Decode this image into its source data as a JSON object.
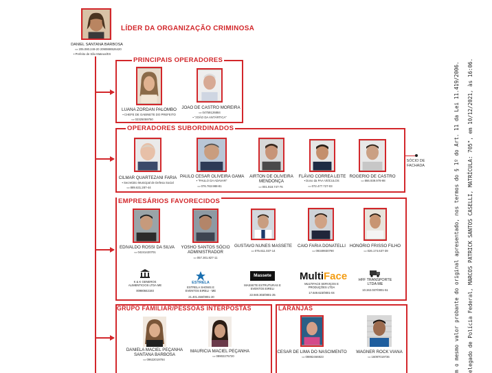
{
  "leader": {
    "title": "LÍDER DA ORGANIZAÇÃO CRIMINOSA",
    "name": "DANIEL SANTANA BARBOSA",
    "doc": "205.080.249-20 2090888526420",
    "role": "Prefeito de São Mateus/ES"
  },
  "principais": {
    "title": "PRINCIPAIS OPERADORES",
    "people": [
      {
        "name": "LUANA ZORDAN PALOMBO",
        "line1": "CHEFE DE GABINETE DO PREFEITO",
        "line2": "02325059750"
      },
      {
        "name": "JOAO DE CASTRO MOREIRA",
        "line1": "04759126884",
        "line2": "\"JOÃO DA ANTÁRTICA\""
      }
    ]
  },
  "subordinados": {
    "title": "OPERADORES SUBORDINADOS",
    "people": [
      {
        "name": "CILMAR QUARTEZANI FARIA",
        "line1": "Secretário Municipal de Defesa Social",
        "line2": "889.631.287-44"
      },
      {
        "name": "PAULO CESAR OLIVEIRA GAMA",
        "line1": "\"PAULO DA ADAVAR\"",
        "line2": "076.763.988-81"
      },
      {
        "name": "AIRTON DE OLIVEIRA MENDONÇA",
        "line1": "",
        "line2": "001.918.747-76"
      },
      {
        "name": "FLÁVIO CORREA LEITE",
        "line1": "Dono da PAA VEÍCULOS",
        "line2": "072.477.727-03"
      },
      {
        "name": "ROGERIO DE CASTRO",
        "line1": "",
        "line2": "866.939.978-98"
      }
    ],
    "note": "SÓCIO DE FACHADA"
  },
  "empresarios": {
    "title": "EMPRESÁRIOS FAVORECIDOS",
    "people": [
      {
        "name": "EDIVALDO ROSSI DA SILVA",
        "line2": "04241420701",
        "company": "K & K GENEROS ALIMENTICIOS LTDA ME",
        "company_doc": "00980842193"
      },
      {
        "name": "YOSHO SANTOS SÓCIO ADMINISTRADOR",
        "line2": "057.301.827-11",
        "company": "ESTRELA SHOWS E EVENTOS EIRELI - ME",
        "company_doc": "21.401.450/0001-20"
      },
      {
        "name": "GUSTAVO NUNES MASSETE",
        "line2": "075.611.037-14",
        "company": "MASSETE ESTRUTURAS E EVENTOS EIRELI",
        "company_doc": "22.940.303/0001-25"
      },
      {
        "name": "CAIO FARIA DONATELLI",
        "line2": "09349930790",
        "company": "MULTIFACE SERVIÇOS E PRODUÇÕES LTDA",
        "company_doc": "17.649.623/0001-04"
      },
      {
        "name": "HONÓRIO FRISSO FILHO",
        "line2": "026.174.637-39",
        "company": "HFF TRANSPORTE LTDA ME",
        "company_doc": "10.342.037/0001-51"
      }
    ],
    "logo_estrela": "ESTRELA",
    "logo_massete": "Massete",
    "logo_multi": "Multi",
    "logo_face": "Face"
  },
  "familia": {
    "title": "GRUPO FAMILIAR/PESSOAS INTERPOSTAS",
    "people": [
      {
        "name": "DANIELA MACIEL PEÇANHA SANTANA BARBOSA",
        "line2": "09622019784"
      },
      {
        "name": "MAURICIA MACIEL PEÇANHA",
        "line2": "08902275720"
      }
    ]
  },
  "laranjas": {
    "title": "LARANJAS",
    "people": [
      {
        "name": "CESAR DE LIMA DO NASCIMENTO",
        "line2": "09892466923"
      },
      {
        "name": "WAGNER ROCK VIANA",
        "line2": "16097019736"
      }
    ]
  },
  "side": {
    "line1": "m o mesmo valor probante do original apresentado, nos termos do § 1º do Art. 11 da Lei 11.419/2006.",
    "line2": "elegado de Polícia Federal, MARCOS PATRICK SANTOS CASELLI, MATRÍCULA: 705\", em 10/12/2021, às 16:06."
  },
  "colors": {
    "accent": "#d2262a"
  }
}
